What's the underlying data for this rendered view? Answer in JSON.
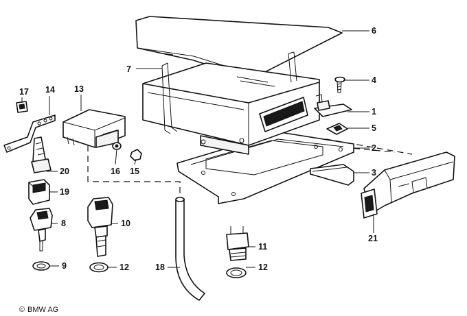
{
  "callouts": {
    "c1": "1",
    "c2": "2",
    "c3": "3",
    "c4": "4",
    "c5": "5",
    "c6": "6",
    "c7": "7",
    "c8": "8",
    "c9": "9",
    "c10": "10",
    "c11": "11",
    "c12a": "12",
    "c12b": "12",
    "c13": "13",
    "c14": "14",
    "c15": "15",
    "c16": "16",
    "c17": "17",
    "c18": "18",
    "c19": "19",
    "c20": "20",
    "c21": "21"
  },
  "copyright": {
    "symbol": "©",
    "text": "BMW AG"
  }
}
